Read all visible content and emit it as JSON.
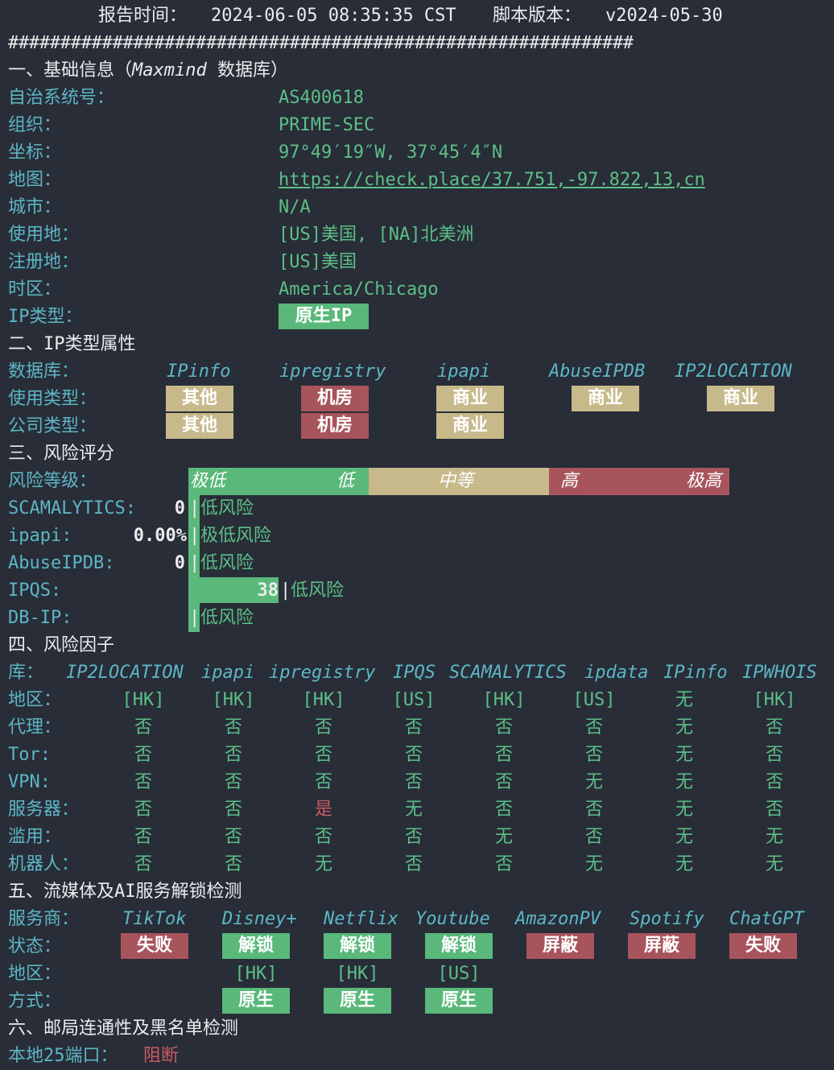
{
  "header": {
    "report_label": "报告时间：",
    "report_time": "2024-06-05 08:35:35 CST",
    "script_label": "脚本版本：",
    "script_version": "v2024-05-30",
    "divider": "############################################################"
  },
  "basic": {
    "title_prefix": "一、基础信息（",
    "title_source": "Maxmind",
    "title_suffix": " 数据库）",
    "rows": [
      {
        "label": "自治系统号：",
        "value": "AS400618"
      },
      {
        "label": "组织：",
        "value": "PRIME-SEC"
      },
      {
        "label": "坐标：",
        "value": "97°49′19″W, 37°45′4″N"
      },
      {
        "label": "地图：",
        "value": "https://check.place/37.751,-97.822,13,cn"
      },
      {
        "label": "城市：",
        "value": "N/A"
      },
      {
        "label": "使用地：",
        "value": "[US]美国, [NA]北美洲"
      },
      {
        "label": "注册地：",
        "value": "[US]美国"
      },
      {
        "label": "时区：",
        "value": "America/Chicago"
      },
      {
        "label": "IP类型：",
        "value": "原生IP"
      }
    ]
  },
  "iptype": {
    "title": "二、IP类型属性",
    "db_label": "数据库：",
    "usage_label": "使用类型：",
    "company_label": "公司类型：",
    "databases": [
      "IPinfo",
      "ipregistry",
      "ipapi",
      "AbuseIPDB",
      "IP2LOCATION"
    ],
    "usage": [
      "其他",
      "机房",
      "商业",
      "商业",
      "商业"
    ],
    "company": [
      "其他",
      "机房",
      "商业"
    ]
  },
  "risk": {
    "title": "三、风险评分",
    "level_label": "风险等级：",
    "scale": {
      "very_low": "极低",
      "low": "低",
      "medium": "中等",
      "high": "高",
      "very_high": "极高"
    },
    "rows": [
      {
        "label": "SCAMALYTICS:",
        "score": "0",
        "text": "低风险",
        "fraction": 0
      },
      {
        "label": "ipapi:",
        "score": "0.00%",
        "text": "极低风险",
        "fraction": 0
      },
      {
        "label": "AbuseIPDB:",
        "score": "0",
        "text": "低风险",
        "fraction": 0
      },
      {
        "label": "IPQS:",
        "score": "38",
        "text": "低风险",
        "fraction": 0.38
      },
      {
        "label": "DB-IP:",
        "score": "",
        "text": "低风险",
        "fraction": 0
      }
    ]
  },
  "factors": {
    "title": "四、风险因子",
    "lib_label": "库：",
    "libs": [
      "IP2LOCATION",
      "ipapi",
      "ipregistry",
      "IPQS",
      "SCAMALYTICS",
      "ipdata",
      "IPinfo",
      "IPWHOIS"
    ],
    "rows": [
      {
        "label": "地区：",
        "values": [
          "[HK]",
          "[HK]",
          "[HK]",
          "[US]",
          "[HK]",
          "[US]",
          "无",
          "[HK]"
        ]
      },
      {
        "label": "代理：",
        "values": [
          "否",
          "否",
          "否",
          "否",
          "否",
          "否",
          "无",
          "否"
        ]
      },
      {
        "label": "Tor:",
        "values": [
          "否",
          "否",
          "否",
          "否",
          "否",
          "否",
          "无",
          "否"
        ]
      },
      {
        "label": "VPN:",
        "values": [
          "否",
          "否",
          "否",
          "否",
          "否",
          "无",
          "无",
          "否"
        ]
      },
      {
        "label": "服务器：",
        "values": [
          "否",
          "否",
          "是",
          "无",
          "否",
          "否",
          "无",
          "否"
        ]
      },
      {
        "label": "滥用：",
        "values": [
          "否",
          "否",
          "否",
          "否",
          "无",
          "否",
          "无",
          "无"
        ]
      },
      {
        "label": "机器人：",
        "values": [
          "否",
          "否",
          "无",
          "否",
          "否",
          "无",
          "无",
          "无"
        ]
      }
    ]
  },
  "streaming": {
    "title": "五、流媒体及AI服务解锁检测",
    "service_label": "服务商：",
    "status_label": "状态：",
    "region_label": "地区：",
    "method_label": "方式：",
    "services": [
      "TikTok",
      "Disney+",
      "Netflix",
      "Youtube",
      "AmazonPV",
      "Spotify",
      "ChatGPT"
    ],
    "status": [
      "失败",
      "解锁",
      "解锁",
      "解锁",
      "屏蔽",
      "屏蔽",
      "失败"
    ],
    "region": [
      "",
      "[HK]",
      "[HK]",
      "[US]",
      "",
      "",
      ""
    ],
    "method": [
      "",
      "原生",
      "原生",
      "原生",
      "",
      "",
      ""
    ]
  },
  "mail": {
    "title": "六、邮局连通性及黑名单检测",
    "port_label": "本地25端口：",
    "port_value": "阻断"
  },
  "colors": {
    "background": "#282d38",
    "cyan": "#5db6c4",
    "green": "#5dbf86",
    "red": "#c95b62",
    "tag_green": "#59b87a",
    "tag_yellow": "#c7b98a",
    "tag_red": "#a8545c"
  }
}
